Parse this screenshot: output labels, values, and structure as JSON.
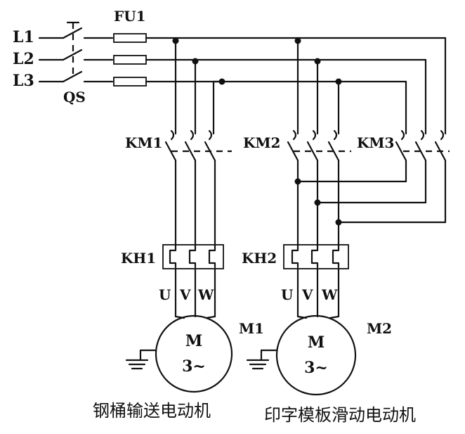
{
  "supply": {
    "lines": [
      "L1",
      "L2",
      "L3"
    ],
    "switch": "QS",
    "fuse": "FU1"
  },
  "contactors": [
    "KM1",
    "KM2",
    "KM3"
  ],
  "overloads": [
    "KH1",
    "KH2"
  ],
  "terminals": [
    "U",
    "V",
    "W"
  ],
  "motors": [
    {
      "id": "M1",
      "symbol": "M",
      "phase": "3~",
      "caption": "钢桶输送电动机"
    },
    {
      "id": "M2",
      "symbol": "M",
      "phase": "3~",
      "caption": "印字模板滑动电动机"
    }
  ]
}
